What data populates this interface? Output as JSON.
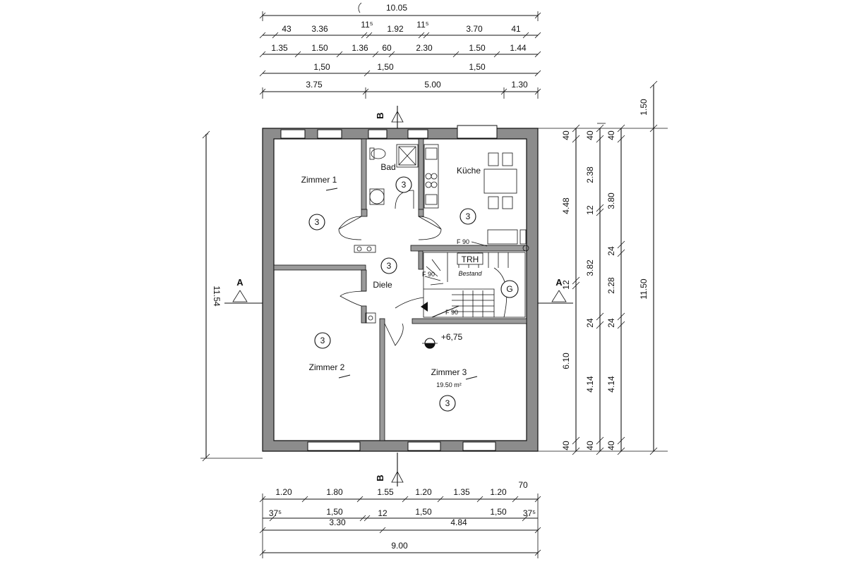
{
  "top_dims": {
    "row1": [
      "10.05"
    ],
    "row2": [
      "43",
      "3.36",
      "11⁵",
      "1.92",
      "11⁵",
      "3.70",
      "41"
    ],
    "row3": [
      "1.35",
      "1.50",
      "1.36",
      "60",
      "2.30",
      "1.50",
      "1.44"
    ],
    "row4": [
      "1,50",
      "1,50",
      "1,50"
    ],
    "row5": [
      "3.75",
      "5.00",
      "1.30"
    ]
  },
  "bottom_dims": {
    "row1": [
      "1.20",
      "1.80",
      "1.55",
      "1.20",
      "1.35",
      "1.20",
      "70"
    ],
    "row2": [
      "37⁵",
      "1,50",
      "12",
      "1,50",
      "1,50",
      "37⁵"
    ],
    "row3": [
      "3.30",
      "4.84"
    ],
    "row4": [
      "9.00"
    ]
  },
  "right_dims": {
    "col1": [
      "40",
      "4.48",
      "12",
      "6.10",
      "40"
    ],
    "col2": [
      "40",
      "2.38",
      "12",
      "3.82",
      "24",
      "4.14",
      "40"
    ],
    "col3": [
      "40",
      "3.80",
      "24",
      "2.28",
      "24",
      "4.14",
      "40"
    ],
    "col4": [
      "1.50",
      "11.50"
    ]
  },
  "left_dim": "11.54",
  "section_marks": {
    "a_left": "A",
    "a_right": "A",
    "b_top": "B",
    "b_bottom": "B"
  },
  "rooms": {
    "zimmer1": "Zimmer 1",
    "zimmer2": "Zimmer 2",
    "zimmer3": "Zimmer 3",
    "zimmer3_area": "19.50 m²",
    "bad": "Bad",
    "kueche": "Küche",
    "diele": "Diele"
  },
  "markers": {
    "room_code": "3",
    "trh": "TRH",
    "bestand": "Bestand",
    "f90": "F 90",
    "gas": "G",
    "level": "+6,75"
  }
}
